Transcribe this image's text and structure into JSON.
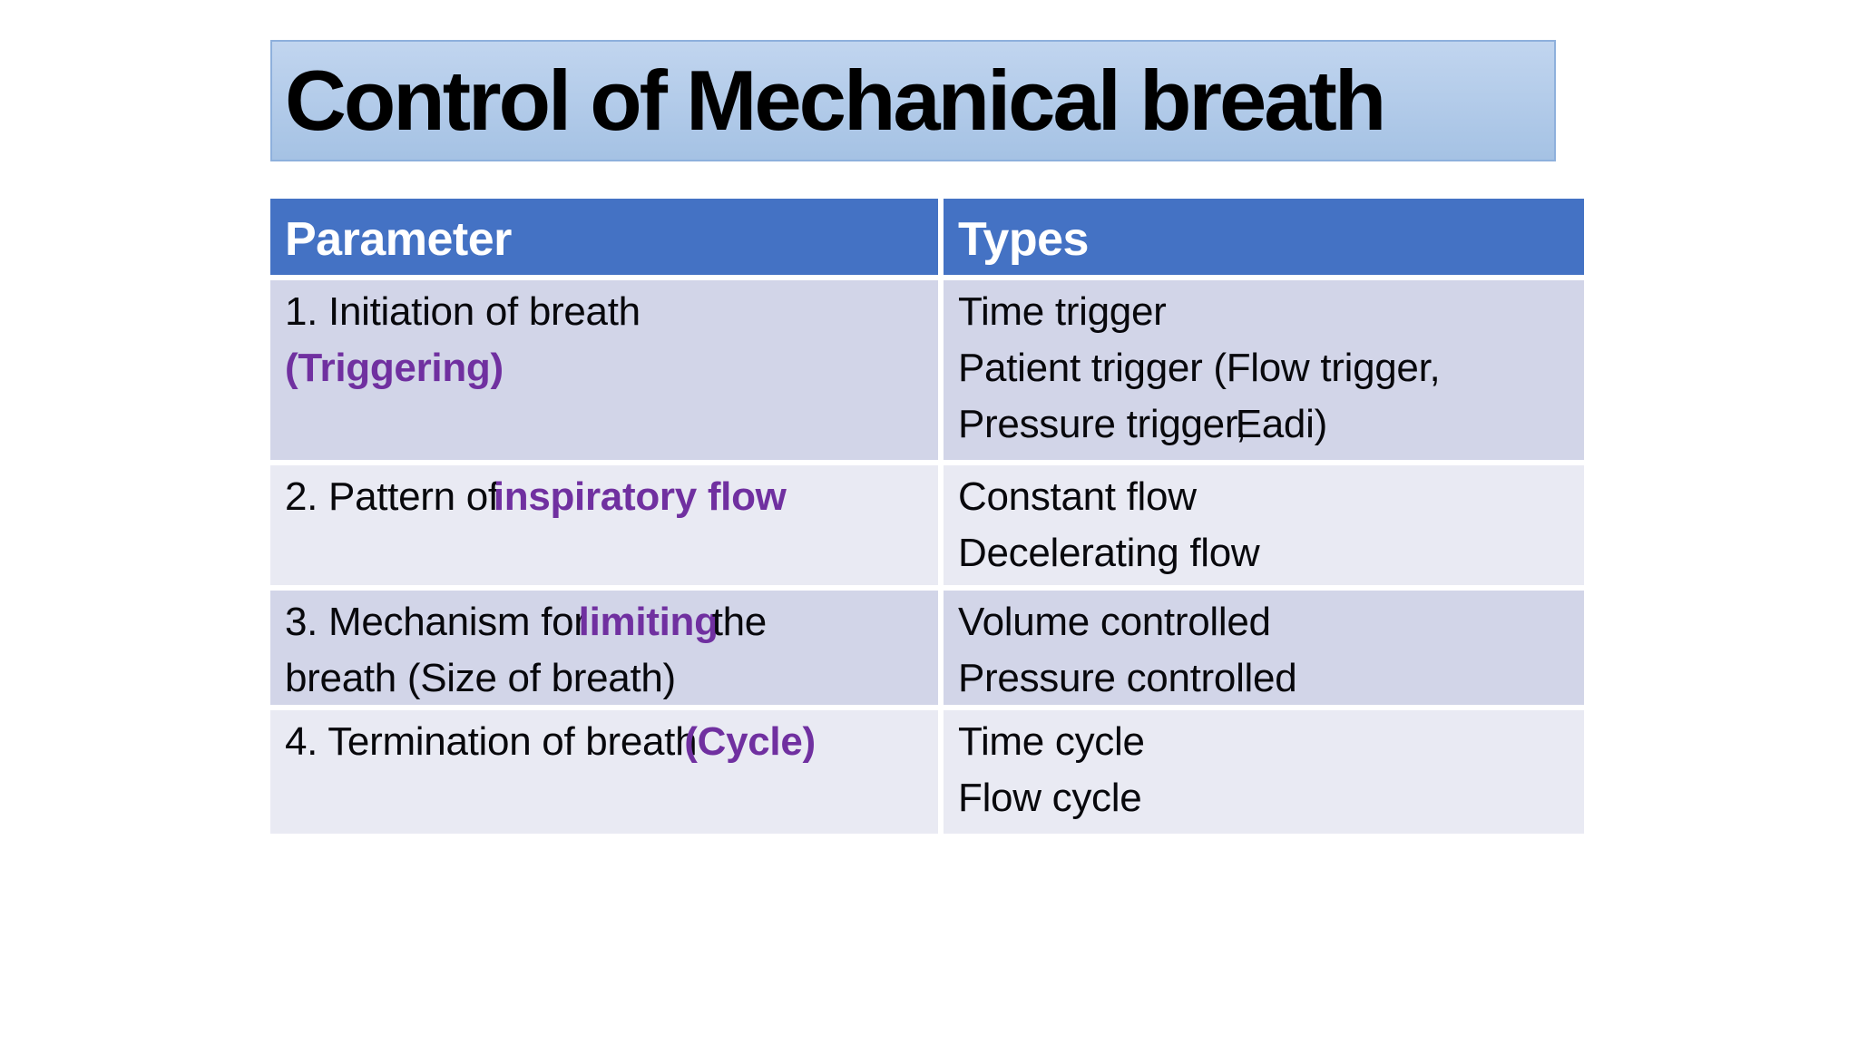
{
  "slide": {
    "title": "Control of Mechanical breath",
    "colors": {
      "header_bg": "#4472C4",
      "header_text": "#FFFFFF",
      "row_dark": "#D2D5E8",
      "row_light": "#E9EAF3",
      "accent_purple": "#7030A0",
      "body_text": "#08080C",
      "title_fill_top": "#C1D5EF",
      "title_fill_bottom": "#A5C2E4",
      "title_border": "#8EB0DC"
    },
    "table": {
      "header": {
        "parameter": "Parameter",
        "types": "Types"
      },
      "rows": {
        "r1": {
          "p_line1": "1. Initiation of breath",
          "p_line2": "(Triggering)",
          "t_line1": "Time trigger",
          "t_line2": "Patient trigger (Flow trigger,",
          "t_line3a": "Pressure trigger",
          "t_line3b": ",",
          "t_line3c": "Eadi)"
        },
        "r2": {
          "p_line1a": "2. Pattern of",
          "p_line1b": "inspiratory flow",
          "t_line1": "Constant flow",
          "t_line2": "Decelerating flow"
        },
        "r3": {
          "p_line1a": "3. Mechanism for",
          "p_line1b": "limiting",
          "p_line1c": "the",
          "p_line2": "breath (Size of breath)",
          "t_line1": "Volume controlled",
          "t_line2": "Pressure controlled"
        },
        "r4": {
          "p_line1a": "4. Termination of breath",
          "p_line1b": "(Cycle)",
          "t_line1": "Time cycle",
          "t_line2": "Flow cycle"
        }
      }
    }
  }
}
